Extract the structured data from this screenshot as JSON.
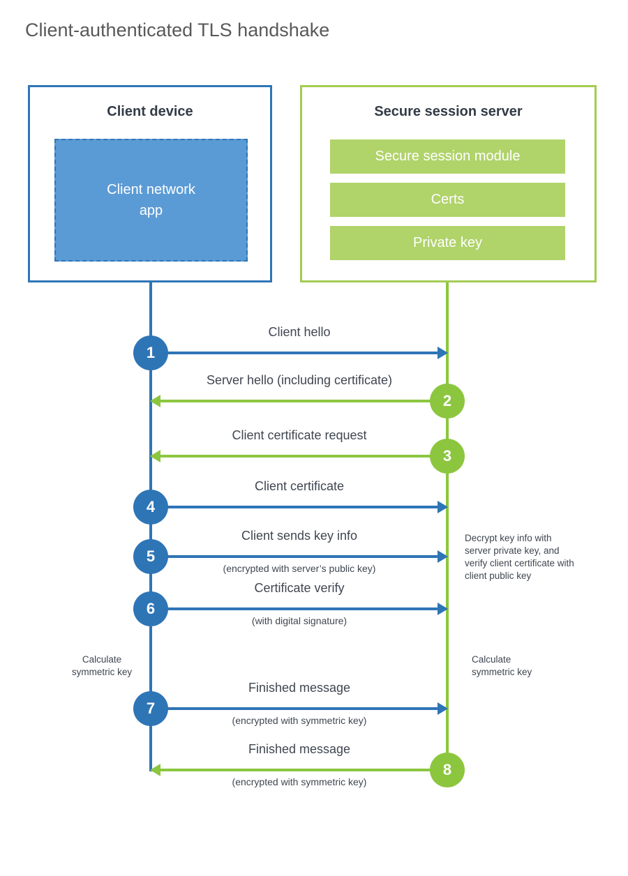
{
  "page": {
    "title": "Client-authenticated TLS handshake"
  },
  "colors": {
    "blue": "#2e75b6",
    "blue-fill": "#5b9bd5",
    "green": "#8cc63f",
    "green-mid": "#a3cc52",
    "green-fill": "#b0d36a"
  },
  "client": {
    "title": "Client device",
    "app": "Client network\napp"
  },
  "server": {
    "title": "Secure session server",
    "modules": [
      "Secure session module",
      "Certs",
      "Private key"
    ]
  },
  "steps": [
    {
      "num": "1",
      "direction": "right",
      "label": "Client hello"
    },
    {
      "num": "2",
      "direction": "left",
      "label": "Server hello (including certificate)"
    },
    {
      "num": "3",
      "direction": "left",
      "label": "Client certificate request"
    },
    {
      "num": "4",
      "direction": "right",
      "label": "Client certificate"
    },
    {
      "num": "5",
      "direction": "right",
      "label": "Client sends key info",
      "sub": "(encrypted with server’s public key)"
    },
    {
      "num": "6",
      "direction": "right",
      "label": "Certificate verify",
      "sub": "(with digital signature)"
    },
    {
      "num": "7",
      "direction": "right",
      "label": "Finished message",
      "sub": "(encrypted with symmetric key)"
    },
    {
      "num": "8",
      "direction": "left",
      "label": "Finished message",
      "sub": "(encrypted with symmetric key)"
    }
  ],
  "notes": {
    "decrypt": "Decrypt key info with server private key, and verify client certificate with client public key",
    "calculate_left": "Calculate\nsymmetric key",
    "calculate_right": "Calculate\nsymmetric key"
  }
}
